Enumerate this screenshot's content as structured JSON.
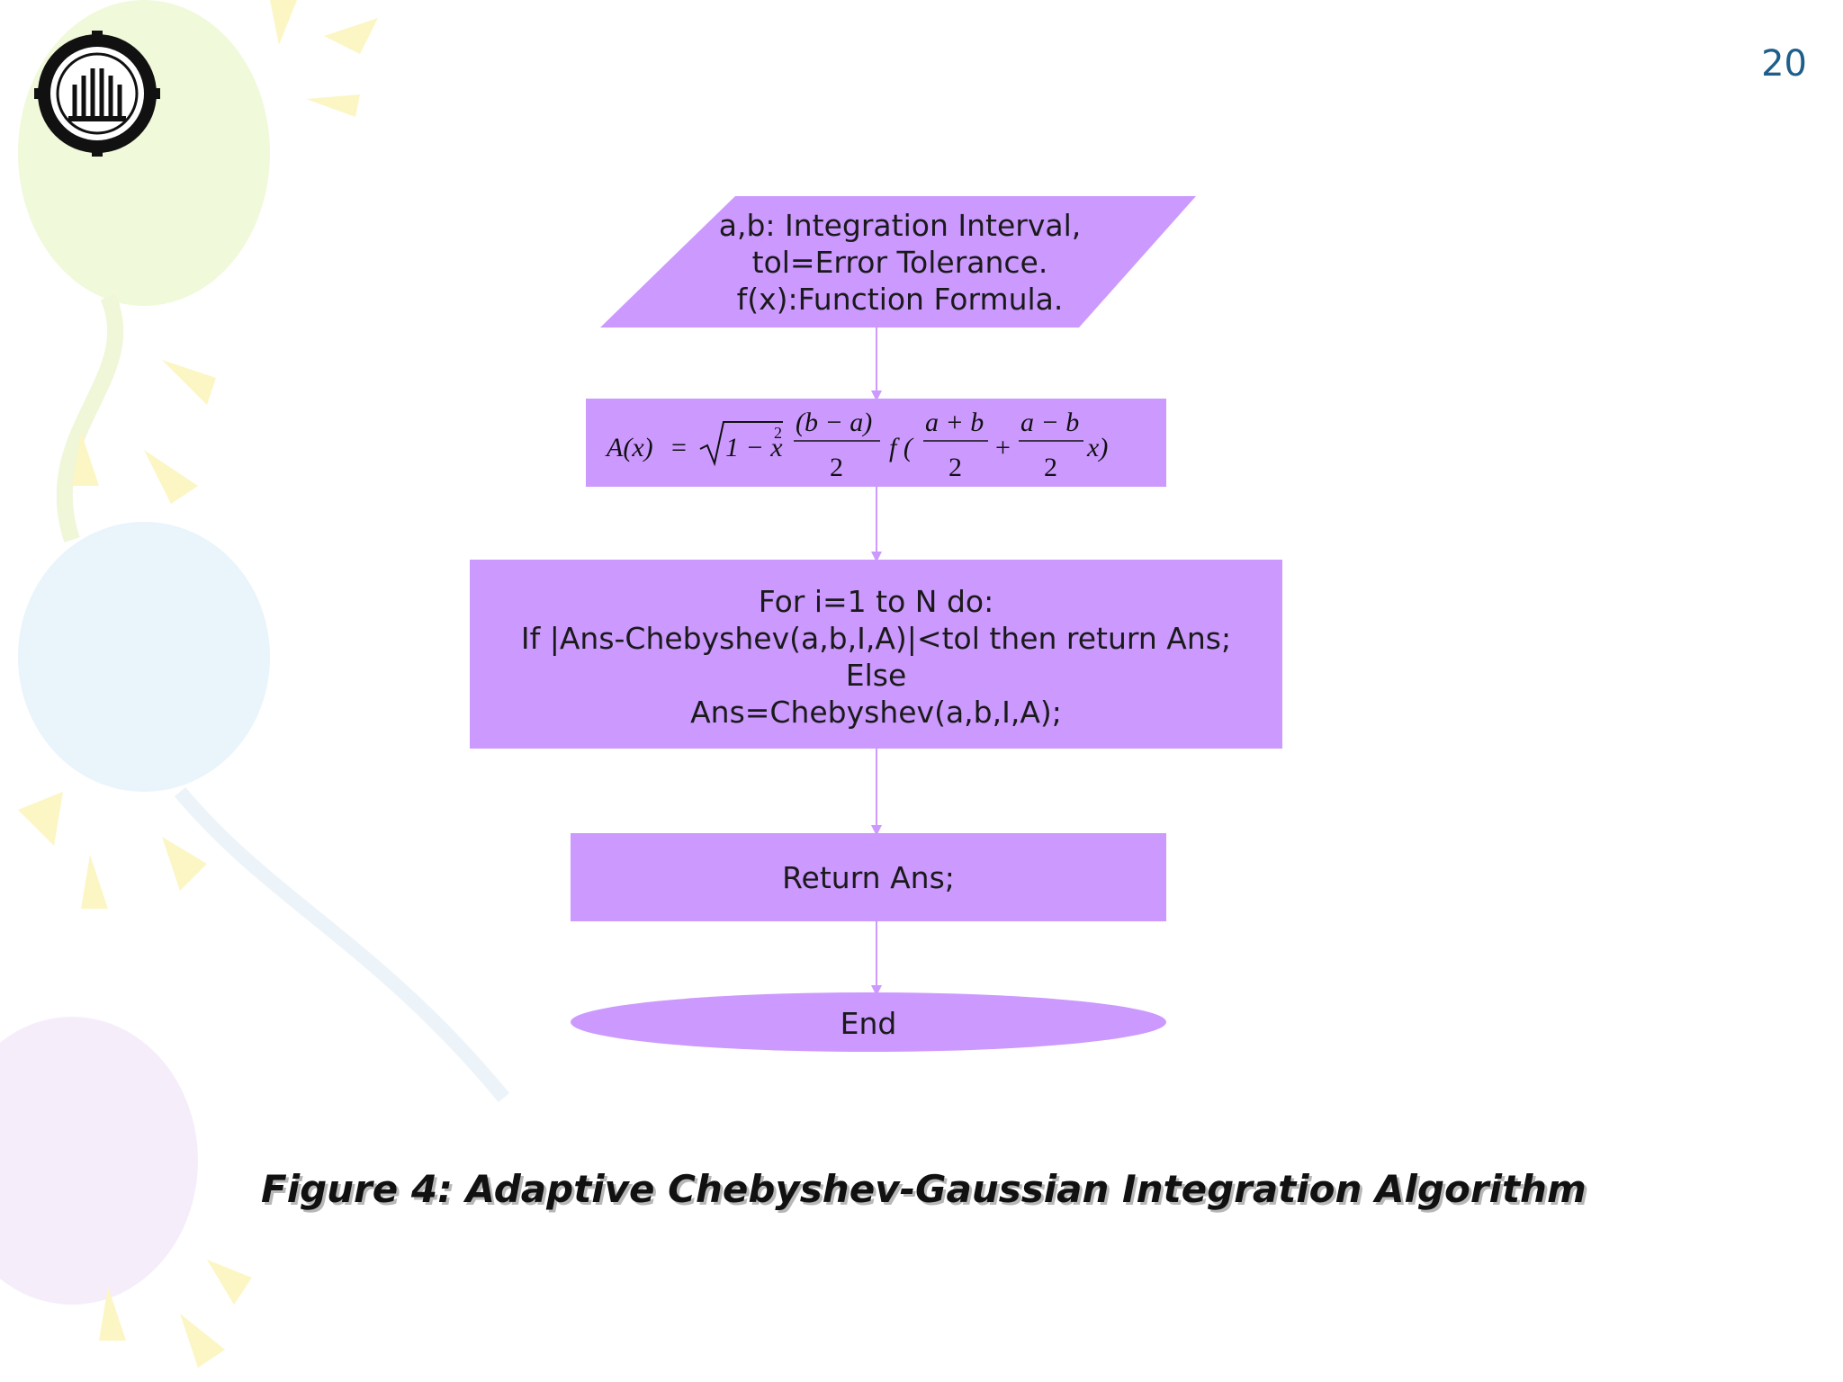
{
  "slide": {
    "page_number": "20",
    "caption": "Figure 4: Adaptive Chebyshev-Gaussian Integration Algorithm"
  },
  "colors": {
    "node_fill": "#cc99ff",
    "arrow": "#cc99ff",
    "page_number": "#1d5f8a"
  },
  "flowchart": {
    "input": {
      "shape": "parallelogram",
      "lines": [
        "a,b: Integration Interval,",
        "tol=Error Tolerance.",
        "f(x):Function Formula."
      ]
    },
    "formula": {
      "shape": "rectangle",
      "lhs": "A(x)",
      "eq": "=",
      "sqrt_body": "1 − x",
      "exp": "2",
      "frac1_num": "(b − a)",
      "frac1_den": "2",
      "f": "f (",
      "frac2_num": "a + b",
      "frac2_den": "2",
      "plus": "+",
      "frac3_num": "a − b",
      "frac3_den": "2",
      "tail": "x)"
    },
    "loop": {
      "shape": "rectangle",
      "lines": [
        "For i=1 to N do:",
        "If |Ans-Chebyshev(a,b,I,A)|<tol then return Ans;",
        "Else",
        "Ans=Chebyshev(a,b,I,A);"
      ]
    },
    "return": {
      "shape": "rectangle",
      "label": "Return Ans;"
    },
    "end": {
      "shape": "ellipse",
      "label": "End"
    }
  }
}
